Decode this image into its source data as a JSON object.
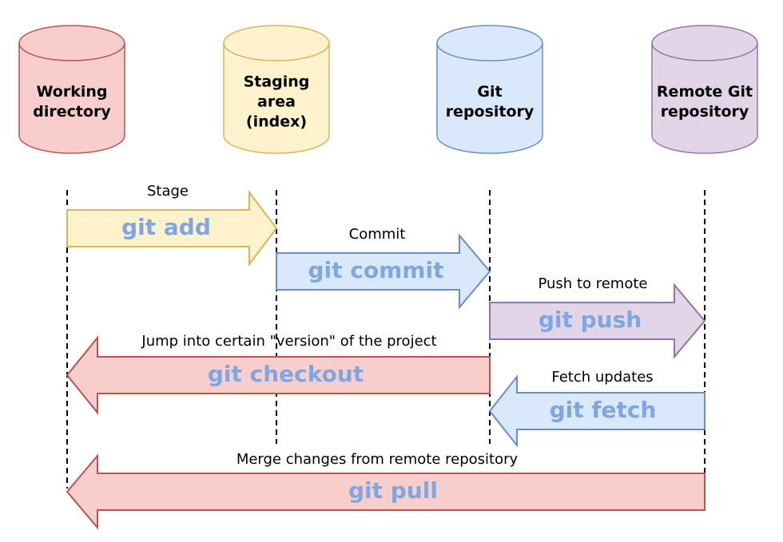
{
  "stores": [
    {
      "id": "working",
      "lines": [
        "Working",
        "directory"
      ],
      "fill": "#f8cecc",
      "stroke": "#b85450"
    },
    {
      "id": "staging",
      "lines": [
        "Staging",
        "area",
        "(index)"
      ],
      "fill": "#fff2cc",
      "stroke": "#d6b656"
    },
    {
      "id": "local",
      "lines": [
        "Git",
        "repository"
      ],
      "fill": "#dae8fc",
      "stroke": "#6c8ebf"
    },
    {
      "id": "remote",
      "lines": [
        "Remote Git",
        "repository"
      ],
      "fill": "#e1d5e7",
      "stroke": "#9673a6"
    }
  ],
  "operations": [
    {
      "id": "add",
      "label": "Stage",
      "command": "git add",
      "from": "working",
      "to": "staging",
      "fill": "#fff2cc",
      "stroke": "#d6b656"
    },
    {
      "id": "commit",
      "label": "Commit",
      "command": "git commit",
      "from": "staging",
      "to": "local",
      "fill": "#dae8fc",
      "stroke": "#6c8ebf"
    },
    {
      "id": "push",
      "label": "Push to remote",
      "command": "git push",
      "from": "local",
      "to": "remote",
      "fill": "#e1d5e7",
      "stroke": "#9673a6"
    },
    {
      "id": "checkout",
      "label": "Jump into certain \"version\" of the project",
      "command": "git checkout",
      "from": "local",
      "to": "working",
      "fill": "#f8cecc",
      "stroke": "#b85450"
    },
    {
      "id": "fetch",
      "label": "Fetch updates",
      "command": "git fetch",
      "from": "remote",
      "to": "local",
      "fill": "#dae8fc",
      "stroke": "#6c8ebf"
    },
    {
      "id": "pull",
      "label": "Merge changes from remote repository",
      "command": "git pull",
      "from": "remote",
      "to": "working",
      "fill": "#f8cecc",
      "stroke": "#b85450"
    }
  ],
  "colors": {
    "command_text": "#7ea6e0",
    "lifeline": "#000000"
  }
}
